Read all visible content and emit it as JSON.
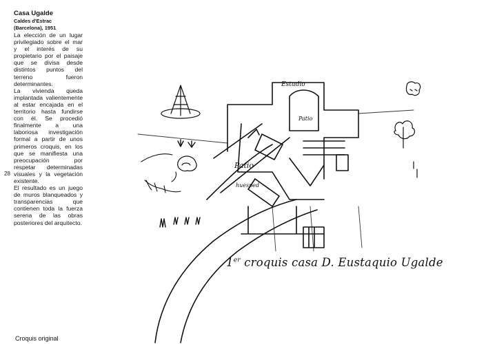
{
  "page": {
    "page_number": "28",
    "title": "Casa Ugalde",
    "subtitle_location": "Caldes d'Estrac",
    "subtitle_year": "(Barcelona), 1951",
    "paragraphs": [
      "La elección de un lugar privilegiado sobre el mar y el interés de su propietario por el paisaje que se divisa desde distintos puntos del terreno fueron determinantes.",
      "La vivienda queda implantada valientemente al estar encajada en el territorio hasta fundirse con él. Se procedió finalmente a una laboriosa investigación formal a partir de unos primeros croquis, en los que se manifiesta una preocupación por respetar determinadas visuales y la vegetación existente.",
      "El resultado es un juego de muros blanqueados y transparencias que contienen toda la fuerza serena de las obras posteriores del arquitecto."
    ],
    "caption": "Croquis original"
  },
  "sketch": {
    "label_estudio": "Estudio",
    "label_patio": "Patio",
    "label_patio_small": "Patio",
    "label_huesped": "huesped",
    "handwriting_prefix": "1",
    "handwriting_sup": "er",
    "handwriting_text": " croquis casa D. Eustaquio Ugalde"
  }
}
